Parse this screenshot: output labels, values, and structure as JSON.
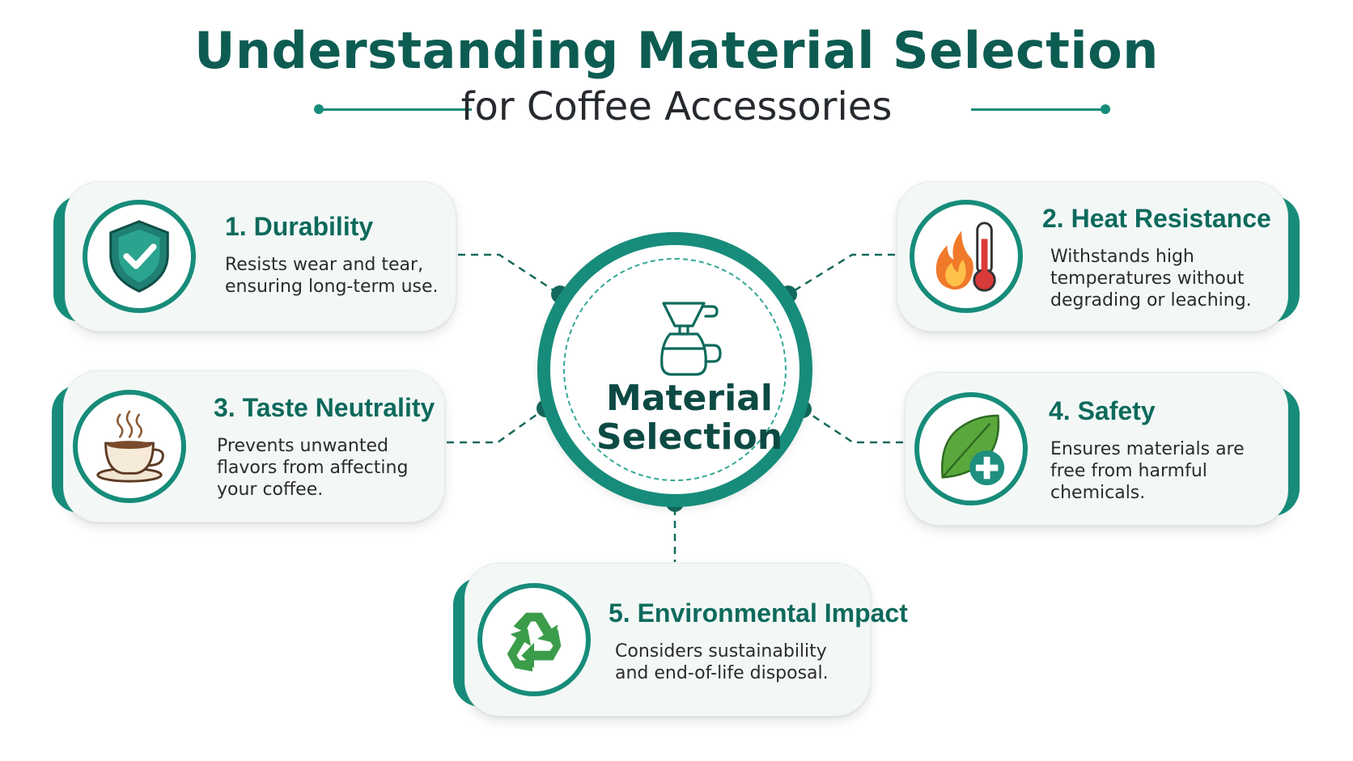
{
  "title": "Understanding Material Selection",
  "subtitle": "for Coffee Accessories",
  "hub": {
    "line1": "Material",
    "line2": "Selection",
    "icon": "pour-over-coffee-icon"
  },
  "factors": [
    {
      "title": "1. Durability",
      "desc": [
        "Resists wear and tear,",
        "ensuring long-term use."
      ],
      "icon": "shield-check-icon"
    },
    {
      "title": "2. Heat Resistance",
      "desc": [
        "Withstands high",
        "temperatures without",
        "degrading or leaching."
      ],
      "icon": "flame-thermometer-icon"
    },
    {
      "title": "3. Taste Neutrality",
      "desc": [
        "Prevents unwanted",
        "flavors from affecting",
        "your coffee."
      ],
      "icon": "coffee-cup-icon"
    },
    {
      "title": "4. Safety",
      "desc": [
        "Ensures materials are",
        "free from harmful",
        "chemicals."
      ],
      "icon": "leaf-plus-icon"
    },
    {
      "title": "5. Environmental Impact",
      "desc": [
        "Considers sustainability",
        "and end-of-life disposal."
      ],
      "icon": "recycle-icon"
    }
  ],
  "colors": {
    "primary": "#178c7a",
    "title": "#0d5c52",
    "card_background": "#f3f8f7"
  }
}
